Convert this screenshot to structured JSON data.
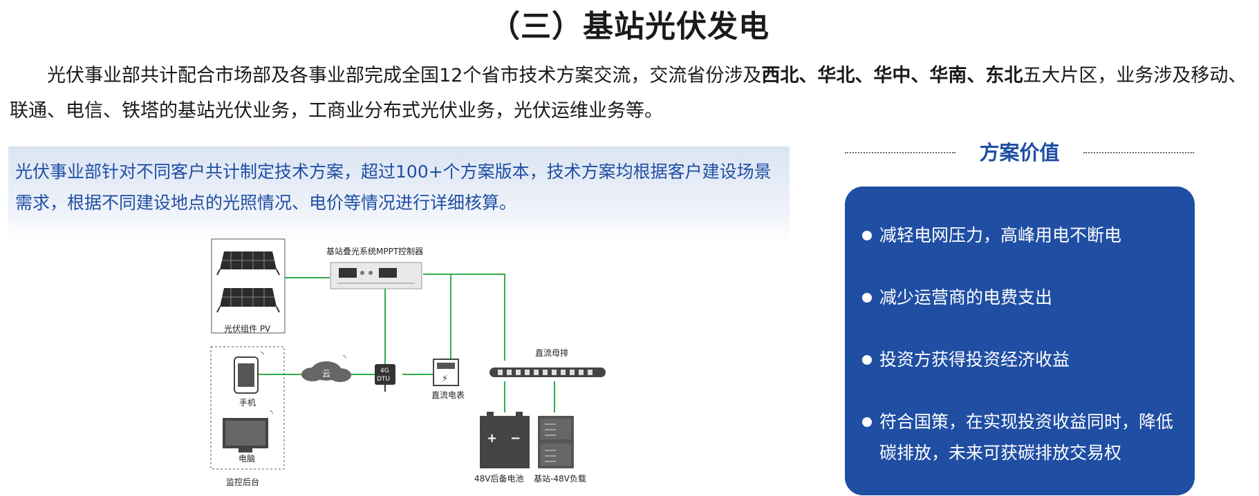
{
  "title": "（三）基站光伏发电",
  "intro": {
    "part1": "光伏事业部共计配合市场部及各事业部完成全国12个省市技术方案交流，交流省份涉及",
    "regions": "西北、华北、华中、华南、东北",
    "part2": "五大片区，业务涉及移动、联通、电信、铁塔的基站光伏业务，工商业分布式光伏业务，光伏运维业务等。"
  },
  "left_panel": {
    "text": "光伏事业部针对不同客户共计制定技术方案，超过100+个方案版本，技术方案均根据客户建设场景需求，根据不同建设地点的光照情况、电价等情况进行详细核算。"
  },
  "diagram": {
    "pv_label": "光伏组件 PV",
    "controller_label": "基站叠光系统MPPT控制器",
    "cloud_label": "云",
    "dtu_label1": "4G",
    "dtu_label2": "DTU",
    "meter_label": "直流电表",
    "busbar_label": "直流母排",
    "phone_label": "手机",
    "pc_label": "电脑",
    "monitor_label": "监控后台",
    "battery_label": "48V后备电池",
    "battery_plus": "+",
    "battery_minus": "−",
    "load_label": "基站-48V负载"
  },
  "value": {
    "title": "方案价值",
    "items": [
      "减轻电网压力，高峰用电不断电",
      "减少运营商的电费支出",
      "投资方获得投资经济收益",
      "符合国策，在实现投资收益同时，降低碳排放，未来可获碳排放交易权"
    ]
  },
  "colors": {
    "accent": "#1f4ea3",
    "line_green": "#2fae4e"
  }
}
